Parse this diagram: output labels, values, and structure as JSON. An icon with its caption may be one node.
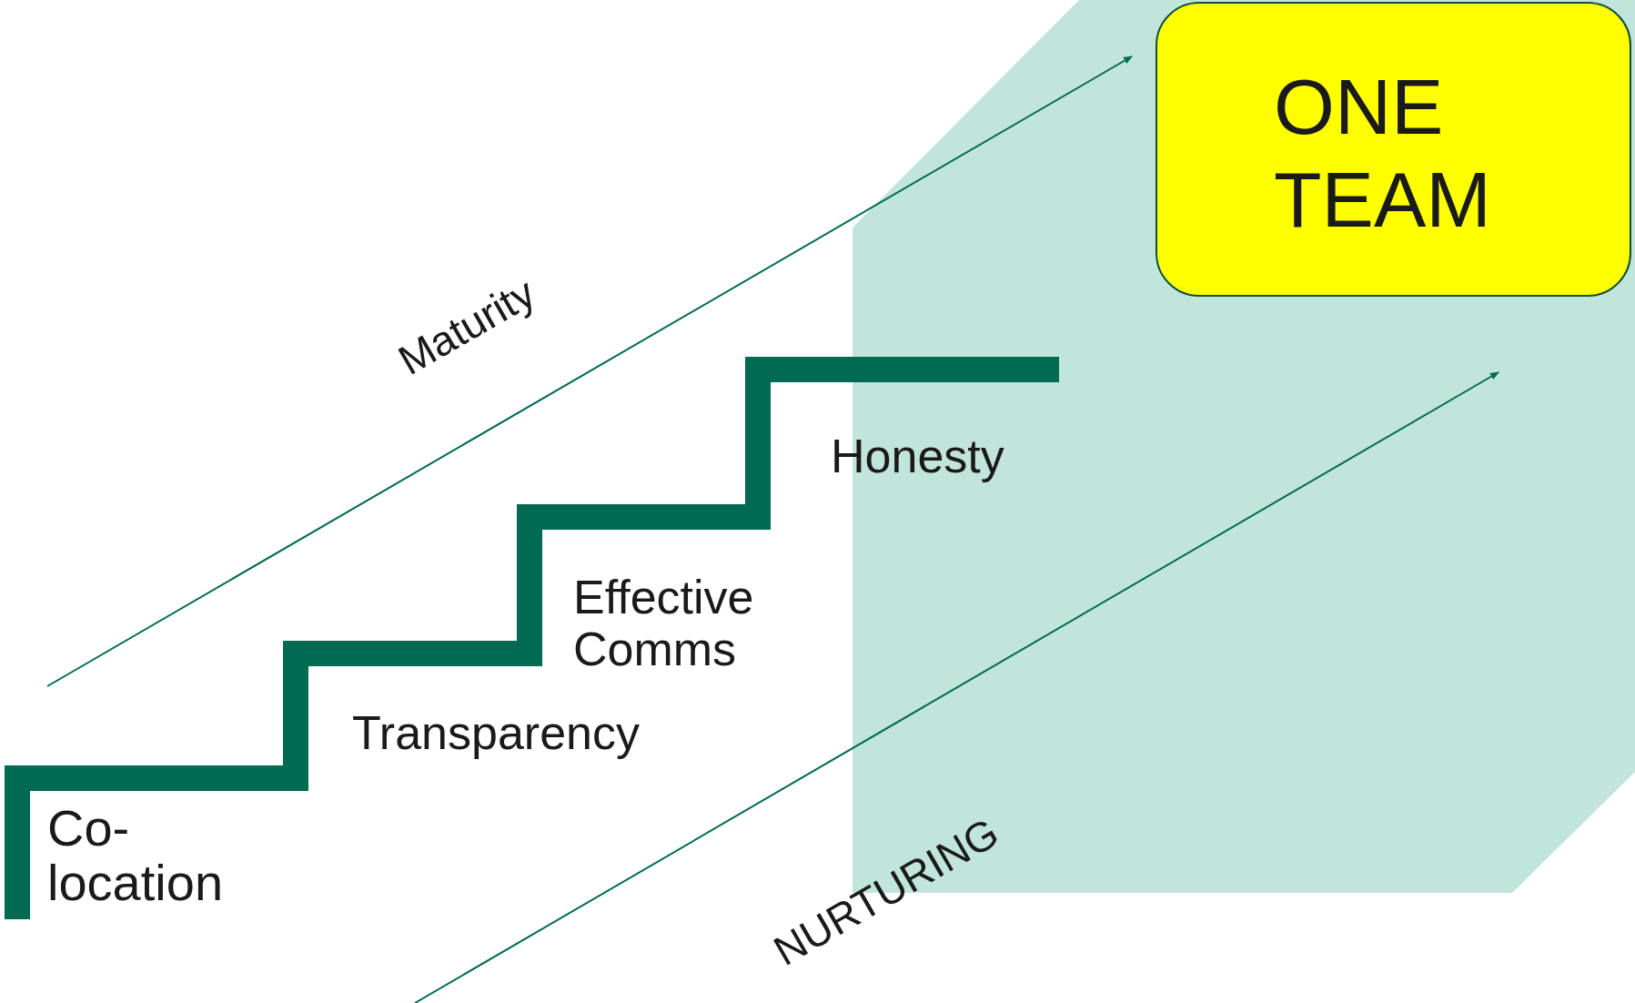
{
  "diagram": {
    "nodes": [
      {
        "text": [
          "ONE TEAM"
        ]
      }
    ],
    "labels": [
      "Maturity",
      "Co- location",
      "Transparency",
      "Effective Comms",
      "Honesty",
      "NURTURING"
    ]
  }
}
